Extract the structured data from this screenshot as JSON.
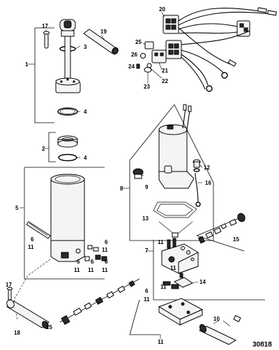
{
  "diagram_code": "30818",
  "callouts": {
    "c1": "1",
    "c2": "2",
    "c3": "3",
    "c4a": "4",
    "c4b": "4",
    "c5": "5",
    "c6a": "6",
    "c6b": "6",
    "c6c": "6",
    "c6d": "6",
    "c6e": "6",
    "c6f": "6",
    "c7": "7",
    "c8": "8",
    "c9": "9",
    "c10": "10",
    "c11a": "11",
    "c11b": "11",
    "c11c": "11",
    "c11d": "11",
    "c11e": "11",
    "c11f": "11",
    "c11g": "11",
    "c11h": "11",
    "c11i": "11",
    "c12": "12",
    "c13": "13",
    "c14": "14",
    "c15a": "15",
    "c15b": "15",
    "c16": "16",
    "c17a": "17",
    "c17b": "17",
    "c18": "18",
    "c19": "19",
    "c20": "20",
    "c21": "21",
    "c22": "22",
    "c23": "23",
    "c24": "24",
    "c25": "25",
    "c26": "26"
  }
}
